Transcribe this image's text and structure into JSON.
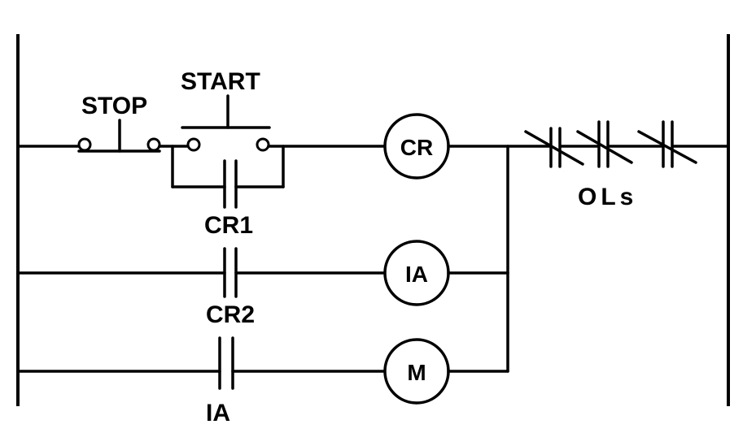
{
  "diagram": {
    "push_buttons": {
      "stop": "STOP",
      "start": "START"
    },
    "contacts": {
      "cr1": "CR1",
      "cr2": "CR2",
      "ia": "IA",
      "overloads": "OLs"
    },
    "coils": {
      "cr": "CR",
      "ia": "IA",
      "m": "M"
    }
  }
}
